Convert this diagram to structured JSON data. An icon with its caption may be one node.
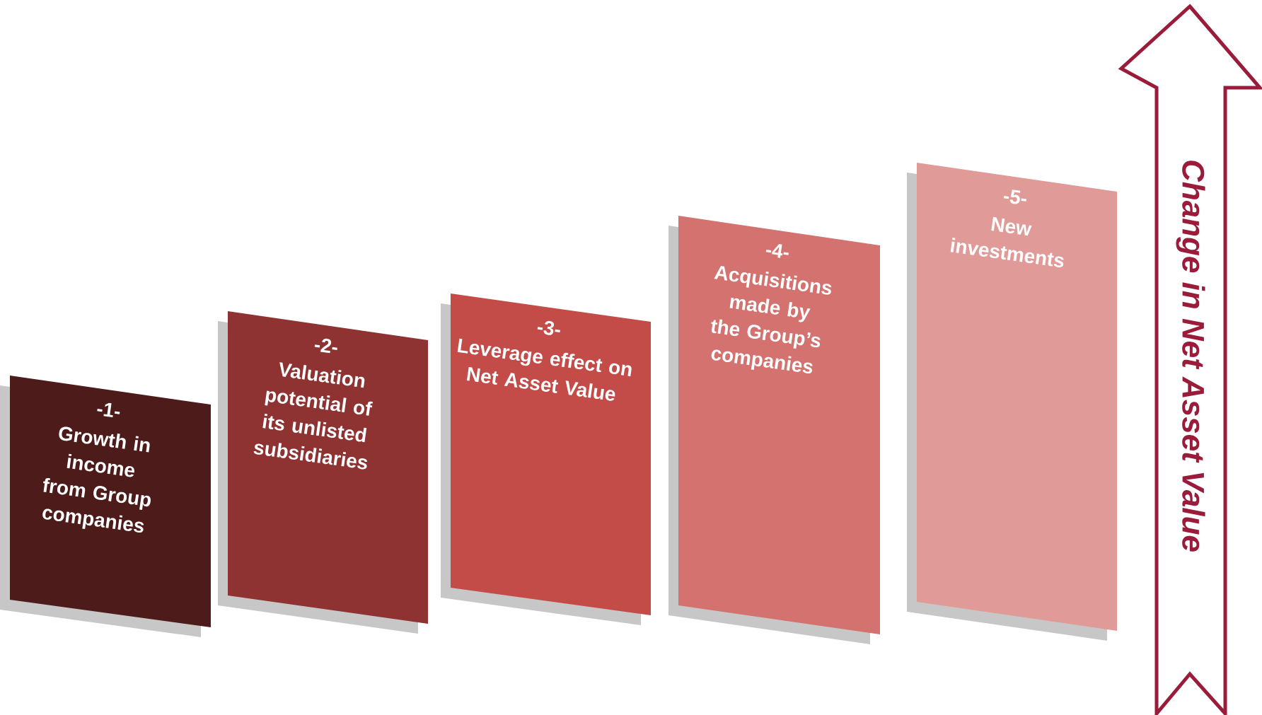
{
  "diagram": {
    "nodes": [
      {
        "text": [
          "-1-",
          "Growth in income from Group companies"
        ]
      },
      {
        "text": [
          "-2-",
          "Valuation potential of its unlisted subsidiaries"
        ]
      },
      {
        "text": [
          "-3-",
          "Leverage effect on Net Asset Value"
        ]
      },
      {
        "text": [
          "-4-",
          "Acquisitions made by the Group’s companies"
        ]
      },
      {
        "text": [
          "-5-",
          "New investments"
        ]
      },
      {
        "text": [
          "Change in Net Asset Value"
        ]
      }
    ]
  }
}
